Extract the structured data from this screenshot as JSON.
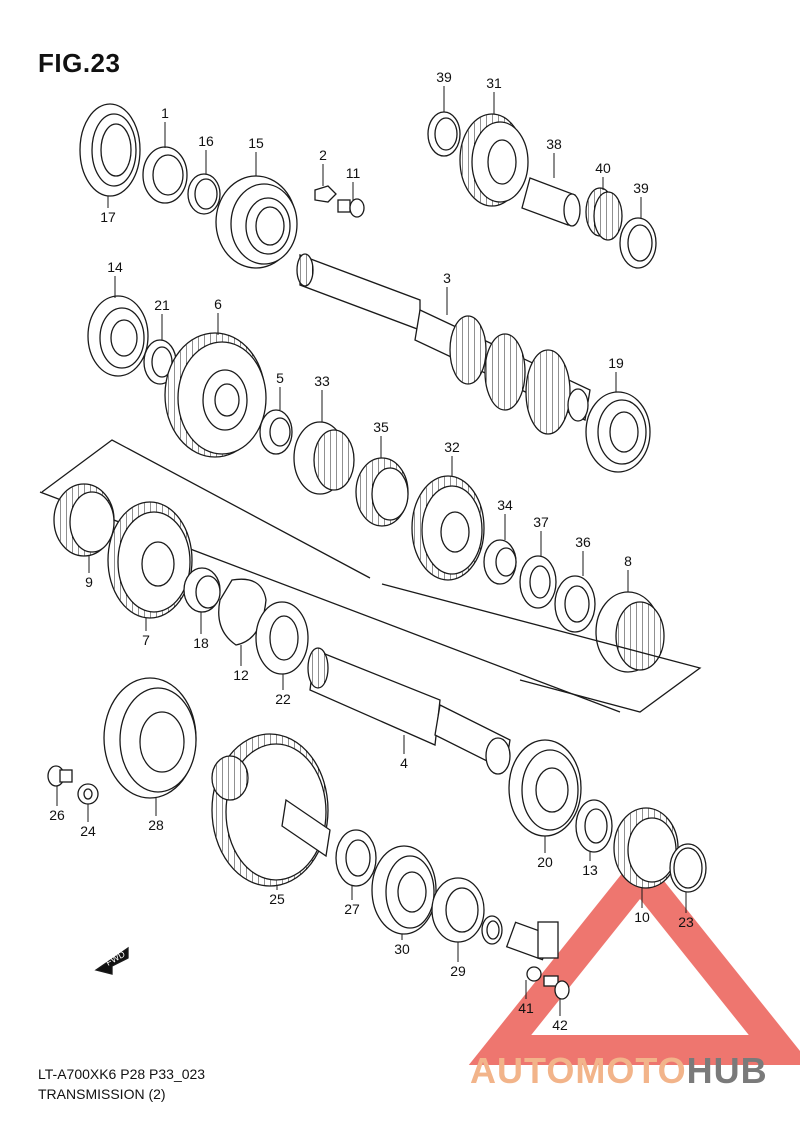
{
  "figure": {
    "title": "FIG.23",
    "code": "LT-A700XK6 P28 P33_023",
    "name": "TRANSMISSION (2)",
    "fwd_label": "FWD"
  },
  "watermark": {
    "word_a": "AUTOMOTO",
    "word_b": "HUB",
    "color_a": "#f2b48a",
    "color_b": "#7a7a7a",
    "triangle_color": "#e8483f"
  },
  "callouts": [
    "1",
    "2",
    "3",
    "4",
    "5",
    "6",
    "7",
    "8",
    "9",
    "10",
    "11",
    "12",
    "13",
    "14",
    "15",
    "16",
    "17",
    "18",
    "19",
    "20",
    "21",
    "22",
    "23",
    "24",
    "25",
    "26",
    "27",
    "28",
    "29",
    "30",
    "31",
    "32",
    "33",
    "34",
    "35",
    "36",
    "37",
    "38",
    "39",
    "39",
    "40",
    "41",
    "42"
  ]
}
